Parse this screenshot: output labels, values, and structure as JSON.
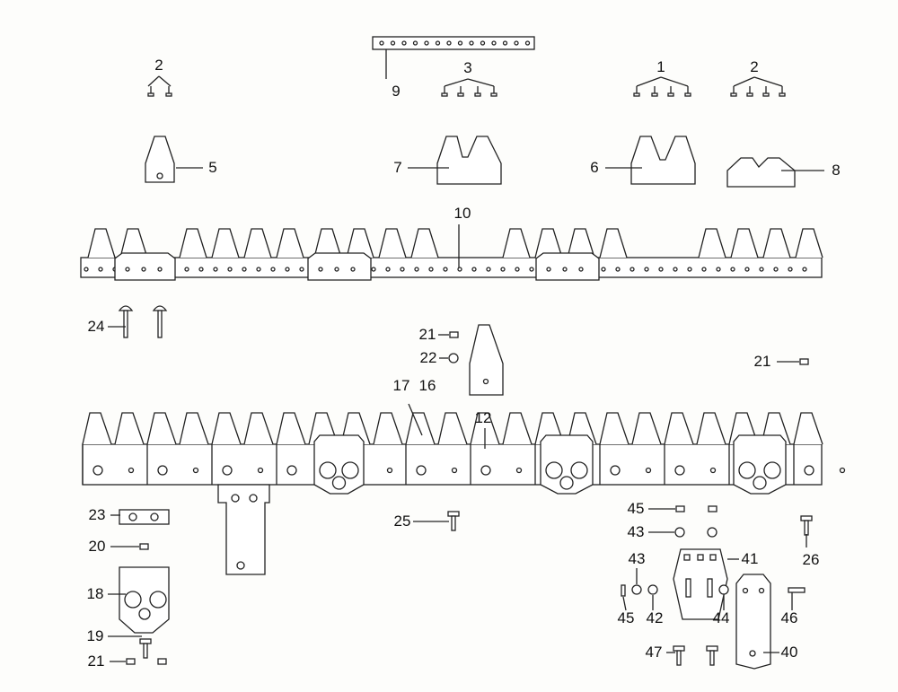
{
  "callouts": [
    "2",
    "3",
    "1",
    "2",
    "9",
    "5",
    "7",
    "6",
    "8",
    "10",
    "24",
    "21",
    "22",
    "21",
    "17",
    "16",
    "12",
    "23",
    "25",
    "45",
    "43",
    "26",
    "20",
    "41",
    "43",
    "18",
    "45",
    "42",
    "44",
    "46",
    "19",
    "47",
    "40",
    "21"
  ],
  "colors": {
    "ink": "#222222",
    "paper": "#fdfdfb"
  }
}
